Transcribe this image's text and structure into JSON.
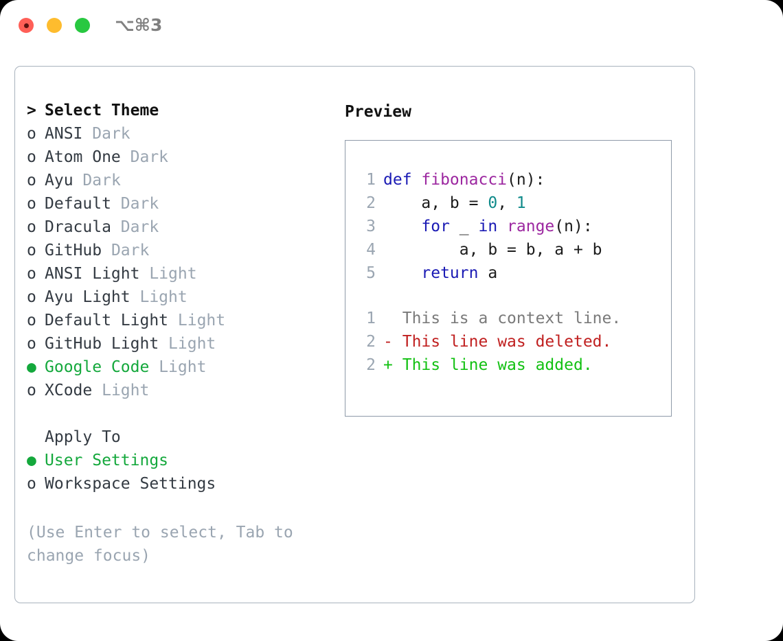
{
  "window": {
    "shortcut": "⌥⌘3",
    "traffic_lights": [
      {
        "name": "close",
        "color": "#ff5f57"
      },
      {
        "name": "minimize",
        "color": "#febc2e"
      },
      {
        "name": "maximize",
        "color": "#28c840"
      }
    ]
  },
  "theme_selector": {
    "header_marker": ">",
    "header_label": "Select Theme",
    "unselected_marker": "o",
    "selected_marker": "●",
    "items": [
      {
        "marker": "o",
        "label": "ANSI",
        "suffix": "Dark",
        "selected": false
      },
      {
        "marker": "o",
        "label": "Atom One",
        "suffix": "Dark",
        "selected": false
      },
      {
        "marker": "o",
        "label": "Ayu",
        "suffix": "Dark",
        "selected": false
      },
      {
        "marker": "o",
        "label": "Default",
        "suffix": "Dark",
        "selected": false
      },
      {
        "marker": "o",
        "label": "Dracula",
        "suffix": "Dark",
        "selected": false
      },
      {
        "marker": "o",
        "label": "GitHub",
        "suffix": "Dark",
        "selected": false
      },
      {
        "marker": "o",
        "label": "ANSI Light",
        "suffix": "Light",
        "selected": false
      },
      {
        "marker": "o",
        "label": "Ayu Light",
        "suffix": "Light",
        "selected": false
      },
      {
        "marker": "o",
        "label": "Default Light",
        "suffix": "Light",
        "selected": false
      },
      {
        "marker": "o",
        "label": "GitHub Light",
        "suffix": "Light",
        "selected": false
      },
      {
        "marker": "●",
        "label": "Google Code",
        "suffix": "Light",
        "selected": true
      },
      {
        "marker": "o",
        "label": "XCode",
        "suffix": "Light",
        "selected": false
      }
    ]
  },
  "apply_to": {
    "header_label": "Apply To",
    "items": [
      {
        "marker": "●",
        "label": "User Settings",
        "selected": true
      },
      {
        "marker": "o",
        "label": "Workspace Settings",
        "selected": false
      }
    ]
  },
  "help_text": "(Use Enter to select, Tab to change focus)",
  "preview": {
    "title": "Preview",
    "code_lines": [
      {
        "number": "1",
        "tokens": [
          {
            "text": "def ",
            "type": "kw"
          },
          {
            "text": "fibonacci",
            "type": "fn"
          },
          {
            "text": "(n):",
            "type": "pl"
          }
        ]
      },
      {
        "number": "2",
        "tokens": [
          {
            "text": "    a, b = ",
            "type": "pl"
          },
          {
            "text": "0",
            "type": "num"
          },
          {
            "text": ", ",
            "type": "pl"
          },
          {
            "text": "1",
            "type": "num"
          }
        ]
      },
      {
        "number": "3",
        "tokens": [
          {
            "text": "    ",
            "type": "pl"
          },
          {
            "text": "for",
            "type": "kw"
          },
          {
            "text": " _ ",
            "type": "pl"
          },
          {
            "text": "in",
            "type": "kw"
          },
          {
            "text": " ",
            "type": "pl"
          },
          {
            "text": "range",
            "type": "fn"
          },
          {
            "text": "(n):",
            "type": "pl"
          }
        ]
      },
      {
        "number": "4",
        "tokens": [
          {
            "text": "        a, b = b, a + b",
            "type": "pl"
          }
        ]
      },
      {
        "number": "5",
        "tokens": [
          {
            "text": "    ",
            "type": "pl"
          },
          {
            "text": "return",
            "type": "kw"
          },
          {
            "text": " a",
            "type": "pl"
          }
        ]
      }
    ],
    "diff_lines": [
      {
        "number": "1",
        "sign": " ",
        "text": "This is a context line.",
        "kind": "ctx"
      },
      {
        "number": "2",
        "sign": "-",
        "text": "This line was deleted.",
        "kind": "del"
      },
      {
        "number": "2",
        "sign": "+",
        "text": "This line was added.",
        "kind": "add"
      }
    ]
  },
  "colors": {
    "accent_green": "#14a83c",
    "muted": "#9aa5b1",
    "keyword": "#1a1ab4",
    "function": "#9c27a0",
    "number": "#0f8a8a",
    "diff_deleted": "#c02020",
    "diff_added": "#13c113",
    "border": "#a8b2bd"
  }
}
